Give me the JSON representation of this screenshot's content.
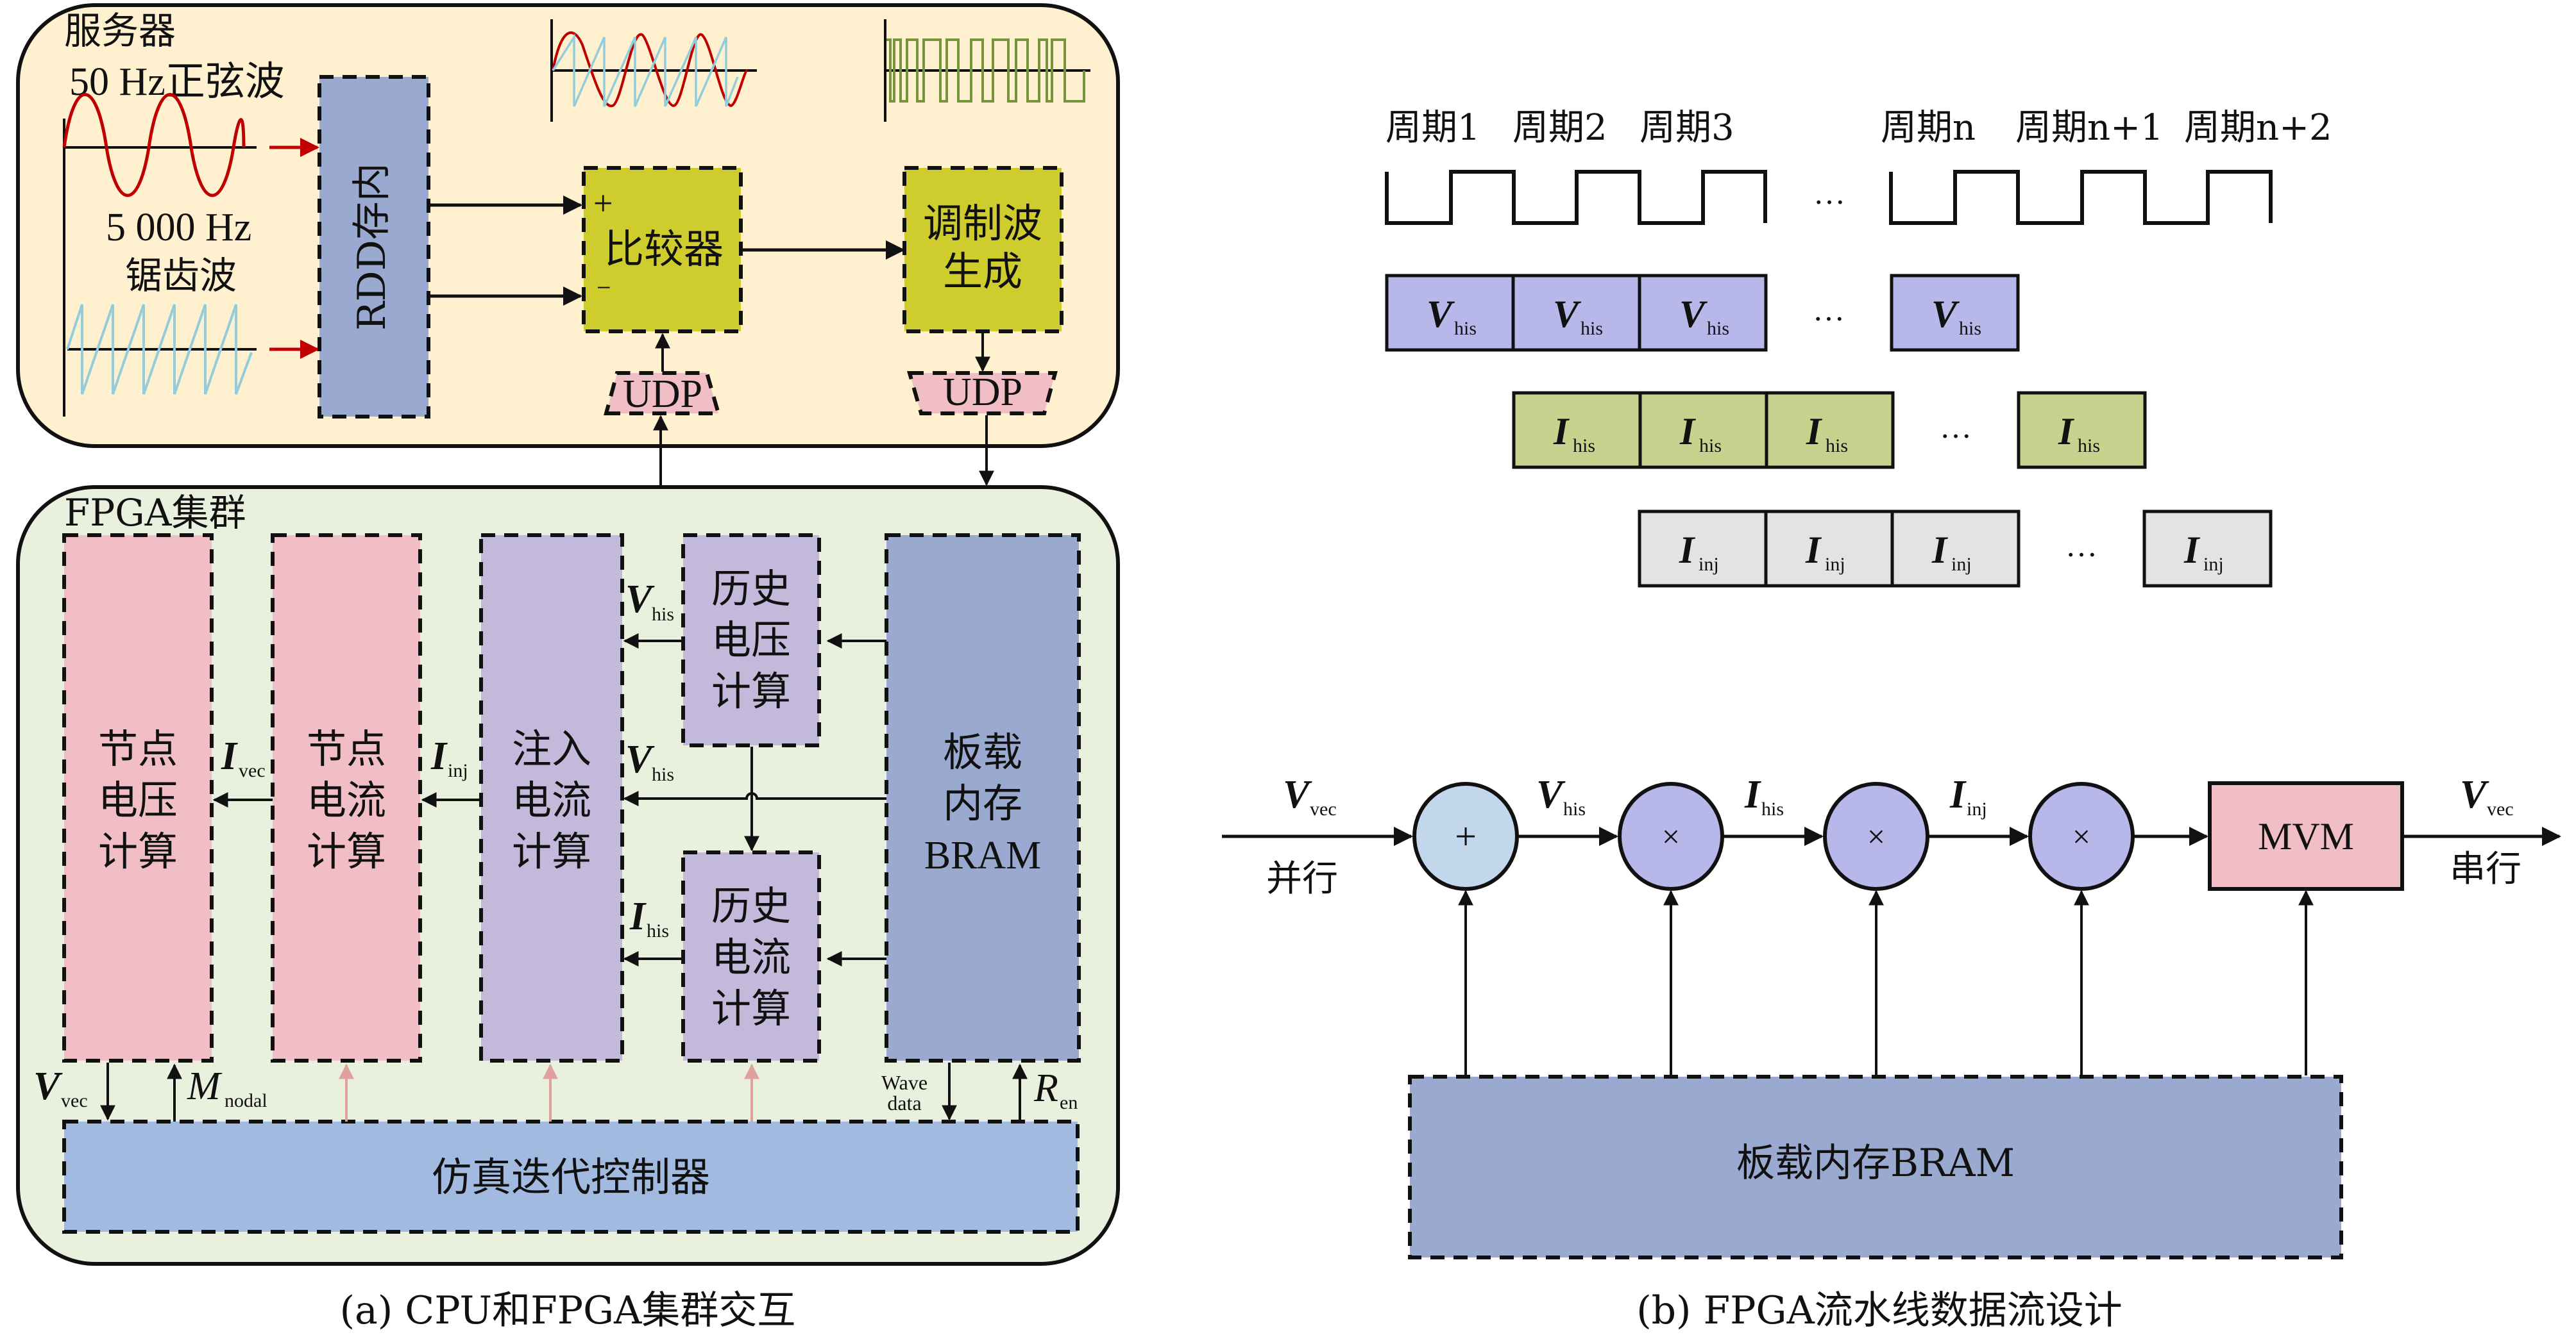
{
  "colors": {
    "server_bg": "#FFF1CF",
    "fpga_bg": "#E9F0DE",
    "rdd_fill": "#9AA9CF",
    "olive_fill": "#CFCD2E",
    "udp_fill": "#F0BEC4",
    "pink_fill": "#F0BEC4",
    "lavender_fill": "#C3B9DA",
    "bram_fill": "#9AA9CF",
    "controller_fill": "#A2BAE0",
    "vhis_fill": "#B7B7EA",
    "ihis_fill": "#C6D38F",
    "iinj_fill": "#E3E3E3",
    "adder_fill": "#C2D7EC",
    "mult_fill": "#B7B7EA",
    "mvm_fill": "#F0BEC4",
    "sine_color": "#C00000",
    "saw_color": "#92CDDC",
    "pwm_color": "#77933C",
    "control_arrow": "#E0A09C"
  },
  "panel_a": {
    "caption": "(a) CPU和FPGA集群交互",
    "server": {
      "title": "服务器",
      "sine_label": "50 Hz正弦波",
      "saw_label_line1": "5 000 Hz",
      "saw_label_line2": "锯齿波",
      "rdd_label": "RDD存内",
      "comparator_label": "比较器",
      "plus_sign": "+",
      "minus_sign": "−",
      "modgen_line1": "调制波",
      "modgen_line2": "生成",
      "udp_in_label": "UDP",
      "udp_out_label": "UDP"
    },
    "fpga": {
      "title": "FPGA集群",
      "node_voltage": [
        "节点",
        "电压",
        "计算"
      ],
      "node_current": [
        "节点",
        "电流",
        "计算"
      ],
      "inject_current": [
        "注入",
        "电流",
        "计算"
      ],
      "hist_voltage": [
        "历史",
        "电压",
        "计算"
      ],
      "hist_current": [
        "历史",
        "电流",
        "计算"
      ],
      "bram": [
        "板载",
        "内存",
        "BRAM"
      ],
      "controller": "仿真迭代控制器",
      "sig_ivec": {
        "main": "I",
        "sub": "vec"
      },
      "sig_iinj": {
        "main": "I",
        "sub": "inj"
      },
      "sig_vhis_top": {
        "main": "V",
        "sub": "his"
      },
      "sig_vhis_mid": {
        "main": "V",
        "sub": "his"
      },
      "sig_ihis": {
        "main": "I",
        "sub": "his"
      },
      "sig_vvec": {
        "main": "V",
        "sub": "vec"
      },
      "sig_mnodal": {
        "main": "M",
        "sub": "nodal"
      },
      "wave_data_line1": "Wave",
      "wave_data_line2": "data",
      "sig_ren": {
        "main": "R",
        "sub": "en"
      }
    }
  },
  "panel_b": {
    "caption": "(b) FPGA流水线数据流设计",
    "cycles": [
      "周期1",
      "周期2",
      "周期3",
      "周期n",
      "周期n+1",
      "周期n+2"
    ],
    "ellipsis": "…",
    "row_vhis": {
      "main": "V",
      "sub": "his",
      "count_visible": 4
    },
    "row_ihis": {
      "main": "I",
      "sub": "his",
      "count_visible": 4
    },
    "row_iinj": {
      "main": "I",
      "sub": "inj",
      "count_visible": 4
    },
    "pipeline": {
      "input": {
        "main": "V",
        "sub": "vec"
      },
      "input_note": "并行",
      "adder_symbol": "+",
      "mult_symbol": "×",
      "edge1": {
        "main": "V",
        "sub": "his"
      },
      "edge2": {
        "main": "I",
        "sub": "his"
      },
      "edge3": {
        "main": "I",
        "sub": "inj"
      },
      "mvm_label": "MVM",
      "output": {
        "main": "V",
        "sub": "vec"
      },
      "output_note": "串行",
      "bram_label": "板载内存BRAM"
    }
  }
}
